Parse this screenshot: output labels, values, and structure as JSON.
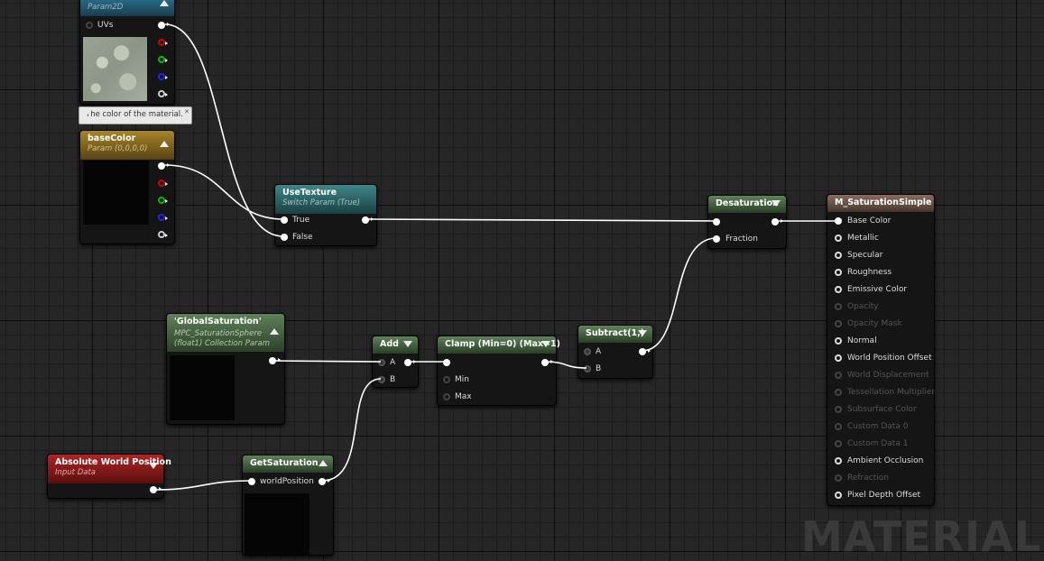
{
  "tooltip": "The color of the material.",
  "watermark": "MATERIAL",
  "nodes": {
    "param2d": {
      "subtitle": "Param2D",
      "pins": {
        "uvs": "UVs"
      }
    },
    "basecolor": {
      "title": "baseColor",
      "subtitle": "Param (0,0,0,0)"
    },
    "usetexture": {
      "title": "UseTexture",
      "subtitle": "Switch Param (True)",
      "pins": {
        "true": "True",
        "false": "False"
      }
    },
    "desaturation": {
      "title": "Desaturation",
      "pins": {
        "fraction": "Fraction"
      }
    },
    "globalsat": {
      "title": "'GlobalSaturation'",
      "subtitle1": "MPC_SaturationSphere",
      "subtitle2": "(float1) Collection Param"
    },
    "add": {
      "title": "Add",
      "pins": {
        "a": "A",
        "b": "B"
      }
    },
    "clamp": {
      "title": "Clamp (Min=0) (Max=1)",
      "pins": {
        "min": "Min",
        "max": "Max"
      }
    },
    "subtract": {
      "title": "Subtract(1,)",
      "pins": {
        "a": "A",
        "b": "B"
      }
    },
    "absworld": {
      "title": "Absolute World Position",
      "subtitle": "Input Data"
    },
    "getsat": {
      "title": "GetSaturation",
      "pins": {
        "worldpos": "worldPosition"
      }
    },
    "result": {
      "title": "M_SaturationSimple",
      "pins": [
        {
          "label": "Base Color",
          "enabled": true
        },
        {
          "label": "Metallic",
          "enabled": true
        },
        {
          "label": "Specular",
          "enabled": true
        },
        {
          "label": "Roughness",
          "enabled": true
        },
        {
          "label": "Emissive Color",
          "enabled": true
        },
        {
          "label": "Opacity",
          "enabled": false
        },
        {
          "label": "Opacity Mask",
          "enabled": false
        },
        {
          "label": "Normal",
          "enabled": true
        },
        {
          "label": "World Position Offset",
          "enabled": true
        },
        {
          "label": "World Displacement",
          "enabled": false
        },
        {
          "label": "Tessellation Multiplier",
          "enabled": false
        },
        {
          "label": "Subsurface Color",
          "enabled": false
        },
        {
          "label": "Custom Data 0",
          "enabled": false
        },
        {
          "label": "Custom Data 1",
          "enabled": false
        },
        {
          "label": "Ambient Occlusion",
          "enabled": true
        },
        {
          "label": "Refraction",
          "enabled": false
        },
        {
          "label": "Pixel Depth Offset",
          "enabled": true
        }
      ]
    }
  },
  "colors": {
    "param_header": "#2c7a98",
    "vector_param_header": "#a88428",
    "switch_header": "#3f8688",
    "function_header": "#5f8159",
    "input_header": "#b12424",
    "result_header": "#8a6a5a",
    "wire": "#ffffff"
  }
}
